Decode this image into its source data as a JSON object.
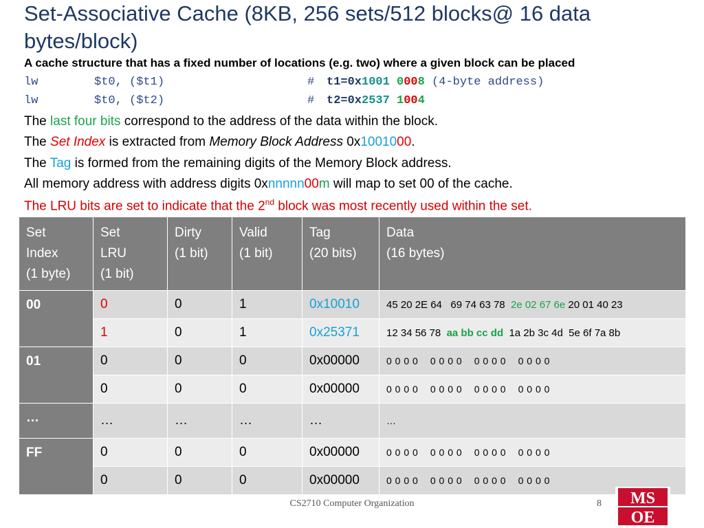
{
  "title": "Set-Associative Cache (8KB, 256 sets/512 blocks@ 16 data bytes/block)",
  "subtitle": "A cache structure that has a fixed number of locations (e.g. two) where a given block can be placed",
  "code": [
    {
      "op": "lw",
      "args": "$t0, ($t1)",
      "hash": "#",
      "reg": "t1=0x",
      "tag": "1001",
      "sp": " ",
      "idx_a": "0",
      "idx_b": "00",
      "idx_c": "8",
      "comment": "(4-byte address)"
    },
    {
      "op": "lw",
      "args": "$t0, ($t2)",
      "hash": "#",
      "reg": "t2=0x",
      "tag": "2537",
      "sp": " ",
      "idx_a": "1",
      "idx_b": "00",
      "idx_c": "4",
      "comment": ""
    }
  ],
  "lines": {
    "l1_a": "The ",
    "l1_b": "last four bits",
    "l1_c": " correspond to the address of the data within the block.",
    "l2_a": "The ",
    "l2_b": "Set Index",
    "l2_c": " is extracted from ",
    "l2_d": "Memory Block Address",
    "l2_e": " 0x",
    "l2_f": "10010",
    "l2_g": "00",
    ".": ".",
    "l2_h": ".",
    "l3_a": "The ",
    "l3_b": "Tag",
    "l3_c": " is formed from the remaining digits of the Memory Block address.",
    "l4_a": "All memory address with address digits 0x",
    "l4_b": "nnnnn",
    "l4_c": "00",
    "l4_d": "m",
    "l4_e": " will map to set 00 of the cache.",
    "l5_a": "The LRU bits are set to indicate that the 2",
    "l5_sup": "nd",
    "l5_b": " block was most recently used within the set."
  },
  "table": {
    "headers": [
      [
        "Set",
        "Index",
        "(1 byte)"
      ],
      [
        "Set",
        "LRU",
        "(1 bit)"
      ],
      [
        "Dirty",
        "(1 bit)"
      ],
      [
        "Valid",
        "(1 bit)"
      ],
      [
        "Tag",
        "(20 bits)"
      ],
      [
        "Data",
        "(16 bytes)"
      ]
    ],
    "sets": [
      {
        "index": "00",
        "rows": [
          {
            "lru": "0",
            "dirty": "0",
            "valid": "1",
            "tag": "0x10010",
            "data_a": "45 20 2E 64   69 74 63 78  ",
            "data_b": "2e 02 67 6e",
            "data_c": " 20 01 40 23"
          },
          {
            "lru": "1",
            "dirty": "0",
            "valid": "1",
            "tag": "0x25371",
            "data_a": "12 34 56 78  ",
            "data_b": "aa bb cc dd",
            "data_c": "  1a 2b 3c 4d  5e 6f 7a 8b"
          }
        ]
      },
      {
        "index": "01",
        "rows": [
          {
            "lru": "0",
            "dirty": "0",
            "valid": "0",
            "tag": "0x00000",
            "data": "0 0 0 0    0 0 0 0    0 0 0 0    0 0 0 0"
          },
          {
            "lru": "0",
            "dirty": "0",
            "valid": "0",
            "tag": "0x00000",
            "data": "0 0 0 0    0 0 0 0    0 0 0 0    0 0 0 0"
          }
        ]
      },
      {
        "index": "…",
        "rows": [
          {
            "lru": "…",
            "dirty": "…",
            "valid": "…",
            "tag": "…",
            "data": "…"
          }
        ]
      },
      {
        "index": "FF",
        "rows": [
          {
            "lru": "0",
            "dirty": "0",
            "valid": "0",
            "tag": "0x00000",
            "data": "0 0 0 0    0 0 0 0    0 0 0 0    0 0 0 0"
          },
          {
            "lru": "0",
            "dirty": "0",
            "valid": "0",
            "tag": "0x00000",
            "data": "0 0 0 0    0 0 0 0    0 0 0 0    0 0 0 0"
          }
        ]
      }
    ]
  },
  "footer": "CS2710 Computer Organization",
  "page_number": "8",
  "logo_text": "MSOE",
  "colors": {
    "title": "#1f3864",
    "header": "#7f7f7f",
    "row_dark": "#d9d9d9",
    "row_light": "#ececec",
    "green": "#1aa34a",
    "red": "#e00000",
    "cyan": "#17a0d8",
    "logo": "#c8102e"
  }
}
